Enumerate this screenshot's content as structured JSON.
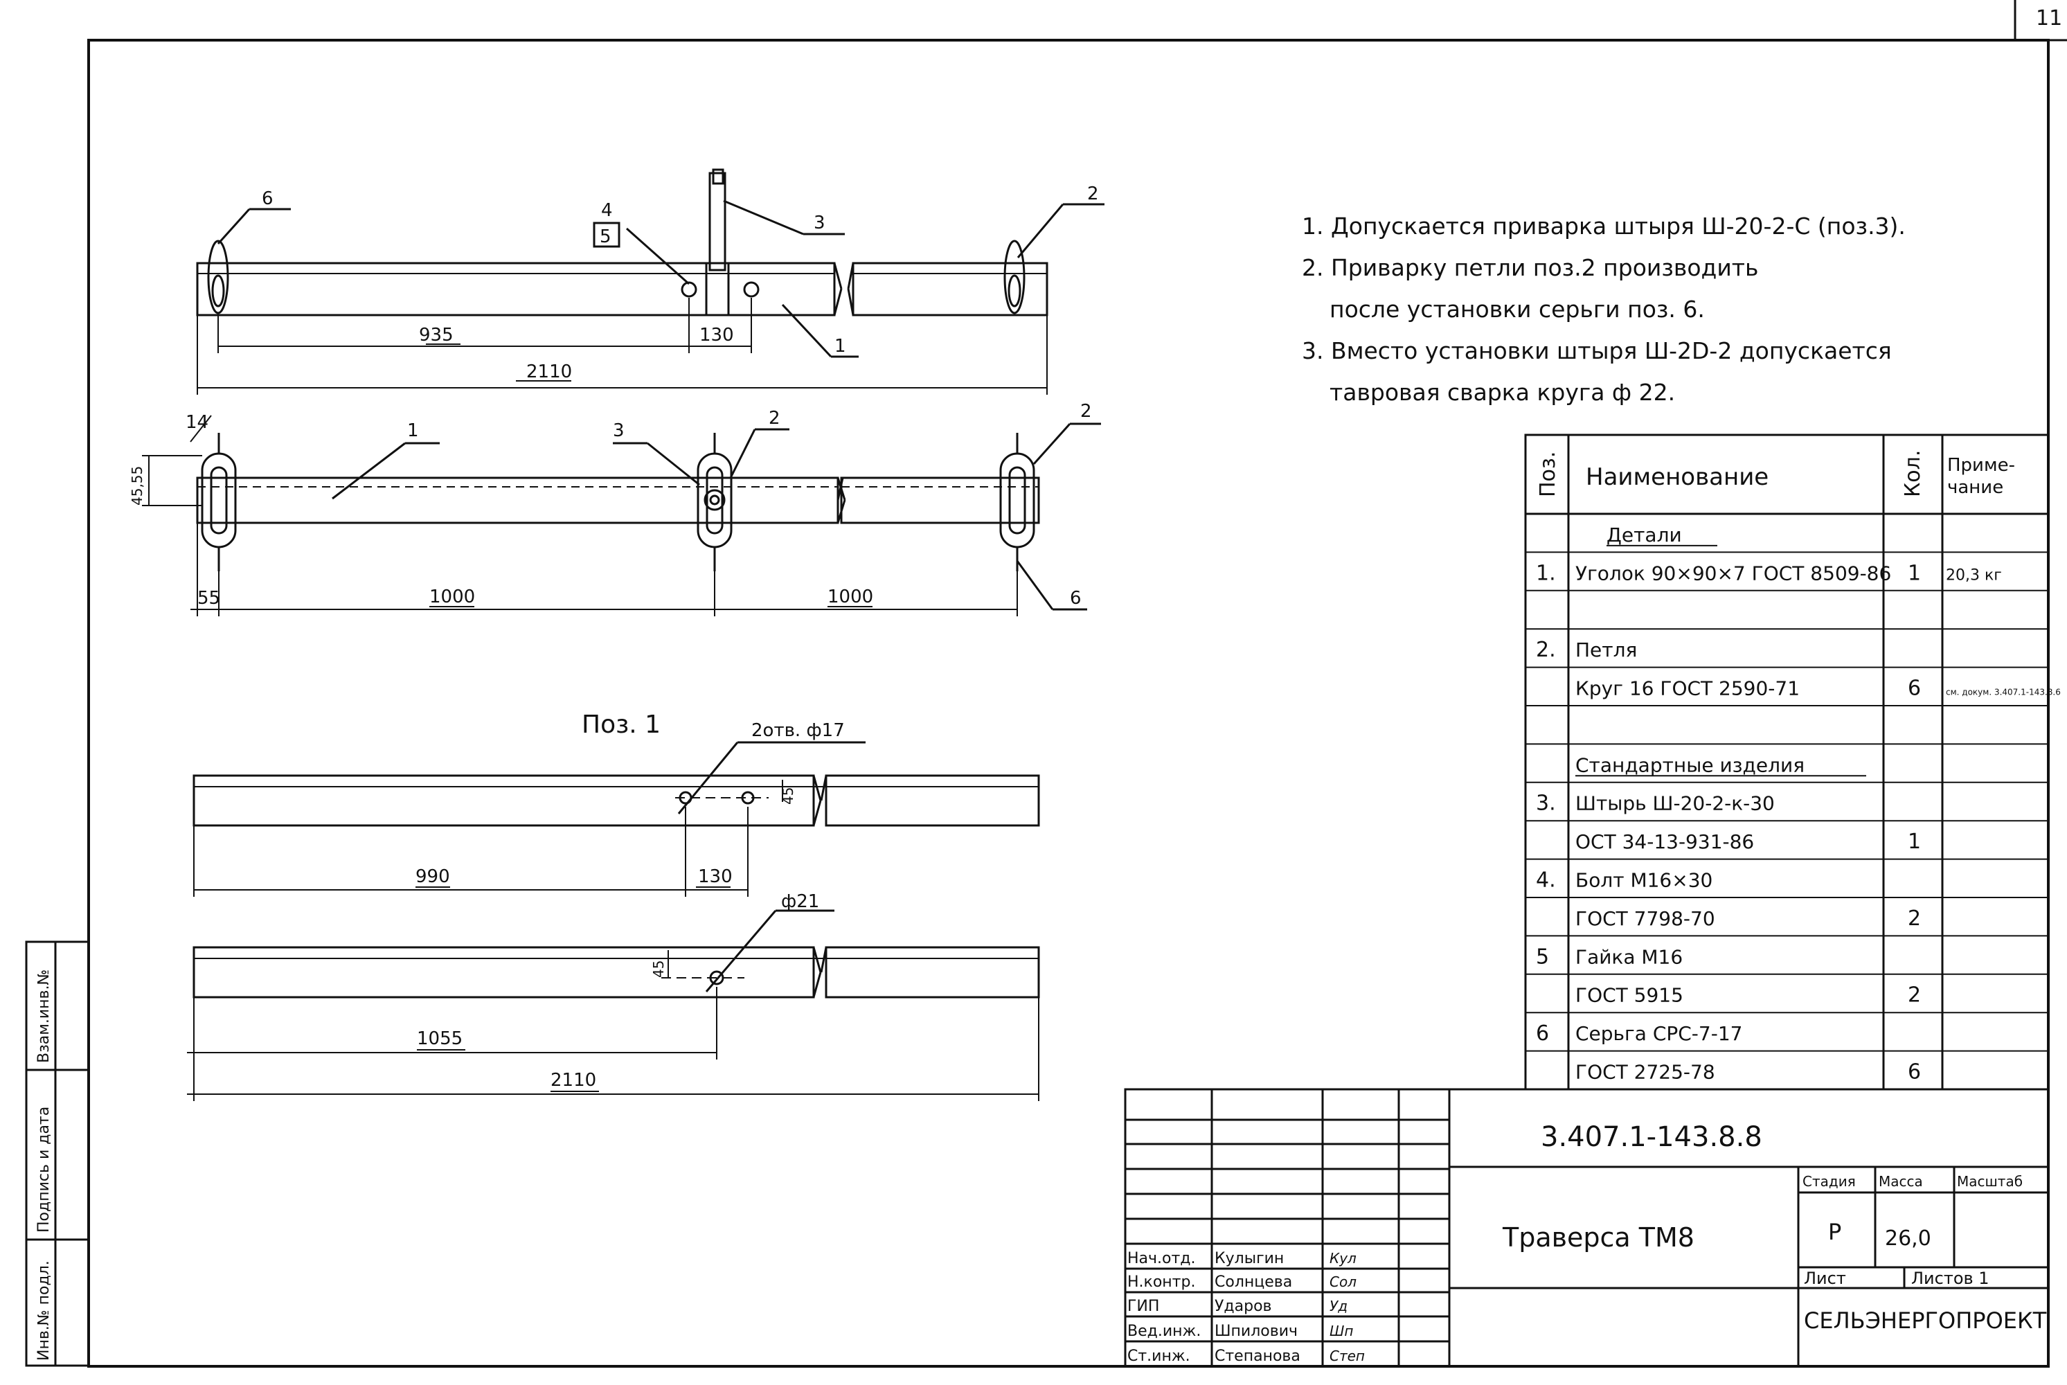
{
  "sheet_number": "11",
  "notes": [
    "1. Допускается приварка штыря Ш-20-2-С (поз.3).",
    "2. Приварку петли поз.2     производить",
    "после установки серьги  поз. 6.",
    "3. Вместо установки штыря Ш-2D-2 допускается",
    "тавровая сварка круга  ф 22."
  ],
  "spec_table": {
    "headers": {
      "pos": "Поз.",
      "name": "Наименование",
      "qty": "Кол.",
      "note": "Приме-\nчание"
    },
    "rows": [
      {
        "pos": "",
        "name": "Детали",
        "qty": "",
        "note": ""
      },
      {
        "pos": "1.",
        "name": "Уголок 90×90×7 ГОСТ 8509-86",
        "qty": "1",
        "note": "20,3 кг"
      },
      {
        "pos": "",
        "name": "",
        "qty": "",
        "note": ""
      },
      {
        "pos": "2.",
        "name": "Петля",
        "qty": "",
        "note": ""
      },
      {
        "pos": "",
        "name": "Круг 16 ГОСТ 2590-71",
        "qty": "6",
        "note": "см. докум. 3.407.1-143.8.6"
      },
      {
        "pos": "",
        "name": "",
        "qty": "",
        "note": ""
      },
      {
        "pos": "",
        "name": "Стандартные изделия",
        "qty": "",
        "note": ""
      },
      {
        "pos": "3.",
        "name": "Штырь Ш-20-2-к-30",
        "qty": "",
        "note": ""
      },
      {
        "pos": "",
        "name": "ОСТ 34-13-931-86",
        "qty": "1",
        "note": ""
      },
      {
        "pos": "4.",
        "name": "Болт М16×30",
        "qty": "",
        "note": ""
      },
      {
        "pos": "",
        "name": "ГОСТ 7798-70",
        "qty": "2",
        "note": ""
      },
      {
        "pos": "5",
        "name": "Гайка М16",
        "qty": "",
        "note": ""
      },
      {
        "pos": "",
        "name": "ГОСТ 5915",
        "qty": "2",
        "note": ""
      },
      {
        "pos": "6",
        "name": "Серьга СРС-7-17",
        "qty": "",
        "note": ""
      },
      {
        "pos": "",
        "name": "ГОСТ 2725-78",
        "qty": "6",
        "note": ""
      }
    ]
  },
  "drawing": {
    "view1": {
      "callouts": [
        "6",
        "4",
        "5",
        "3",
        "2",
        "1"
      ],
      "dims": [
        "935",
        "130",
        "2110"
      ]
    },
    "view2": {
      "callouts": [
        "14",
        "1",
        "3",
        "2",
        "2",
        "6"
      ],
      "dims": [
        "45,55",
        "55",
        "1000",
        "1000"
      ]
    },
    "pos1_title": "Поз. 1",
    "pos1a": {
      "hole_label": "2отв. ф17",
      "dims": [
        "45",
        "990",
        "130"
      ]
    },
    "pos1b": {
      "hole_label": "ф21",
      "dims": [
        "45",
        "1055",
        "2110"
      ]
    }
  },
  "title_block": {
    "doc_code": "3.407.1-143.8.8",
    "title": "Траверса ТМ8",
    "stage_label": "Стадия",
    "mass_label": "Масса",
    "scale_label": "Масштаб",
    "stage": "Р",
    "mass": "26,0",
    "sheet_label": "Лист",
    "sheets_label": "Листов 1",
    "org": "СЕЛЬЭНЕРГОПРОЕКТ",
    "staff": [
      {
        "role": "Нач.отд.",
        "name": "Кулыгин",
        "sign": "Кул"
      },
      {
        "role": "Н.контр.",
        "name": "Солнцева",
        "sign": "Сол"
      },
      {
        "role": "ГИП",
        "name": "Ударов",
        "sign": "Уд"
      },
      {
        "role": "Вед.инж.",
        "name": "Шпилович",
        "sign": "Шп"
      },
      {
        "role": "Ст.инж.",
        "name": "Степанова",
        "sign": "Степ"
      }
    ]
  },
  "side_stamp": [
    "Инв.№ подл.",
    "Подпись и дата",
    "Взам.инв.№"
  ]
}
